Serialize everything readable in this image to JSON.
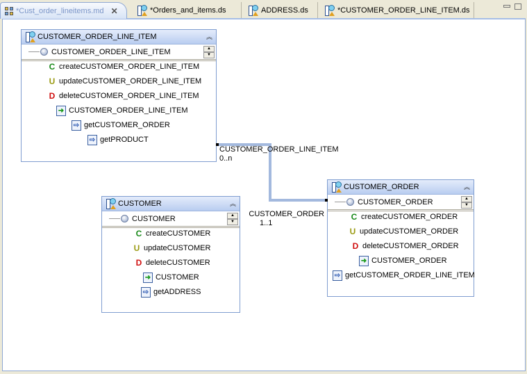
{
  "tabs": [
    {
      "label": "*Cust_order_lineitems.md",
      "icon": "model-diagram-icon",
      "active": true,
      "closable": true
    },
    {
      "label": "*Orders_and_items.ds",
      "icon": "data-service-icon"
    },
    {
      "label": "ADDRESS.ds",
      "icon": "data-service-icon"
    },
    {
      "label": "*CUSTOMER_ORDER_LINE_ITEM.ds",
      "icon": "data-service-icon"
    }
  ],
  "window_controls": {
    "minimize": "minimize-icon",
    "maximize": "maximize-icon"
  },
  "colors": {
    "accent": "#7f9dd0",
    "connector": "#a3b9de",
    "header_top": "#e4ecfb",
    "header_bottom": "#b9cdf0"
  },
  "boxes": [
    {
      "title": "CUSTOMER_ORDER_LINE_ITEM",
      "row": "CUSTOMER_ORDER_LINE_ITEM",
      "items": [
        {
          "label": "createCUSTOMER_ORDER_LINE_ITEM",
          "icon": "create-icon"
        },
        {
          "label": "updateCUSTOMER_ORDER_LINE_ITEM",
          "icon": "update-icon"
        },
        {
          "label": "deleteCUSTOMER_ORDER_LINE_ITEM",
          "icon": "delete-icon"
        },
        {
          "label": "CUSTOMER_ORDER_LINE_ITEM",
          "icon": "read-icon"
        },
        {
          "label": "getCUSTOMER_ORDER",
          "icon": "navigate-icon"
        },
        {
          "label": "getPRODUCT",
          "icon": "navigate-icon"
        }
      ]
    },
    {
      "title": "CUSTOMER",
      "row": "CUSTOMER",
      "items": [
        {
          "label": "createCUSTOMER",
          "icon": "create-icon"
        },
        {
          "label": "updateCUSTOMER",
          "icon": "update-icon"
        },
        {
          "label": "deleteCUSTOMER",
          "icon": "delete-icon"
        },
        {
          "label": "CUSTOMER",
          "icon": "read-icon"
        },
        {
          "label": "getADDRESS",
          "icon": "navigate-icon"
        }
      ]
    },
    {
      "title": "CUSTOMER_ORDER",
      "row": "CUSTOMER_ORDER",
      "items": [
        {
          "label": "createCUSTOMER_ORDER",
          "icon": "create-icon"
        },
        {
          "label": "updateCUSTOMER_ORDER",
          "icon": "update-icon"
        },
        {
          "label": "deleteCUSTOMER_ORDER",
          "icon": "delete-icon"
        },
        {
          "label": "CUSTOMER_ORDER",
          "icon": "read-icon"
        },
        {
          "label": "getCUSTOMER_ORDER_LINE_ITEM",
          "icon": "navigate-icon"
        }
      ]
    }
  ],
  "relationship": {
    "source_label": "CUSTOMER_ORDER_LINE_ITEM",
    "source_cardinality": "0..n",
    "target_label": "CUSTOMER_ORDER",
    "target_cardinality": "1..1"
  }
}
